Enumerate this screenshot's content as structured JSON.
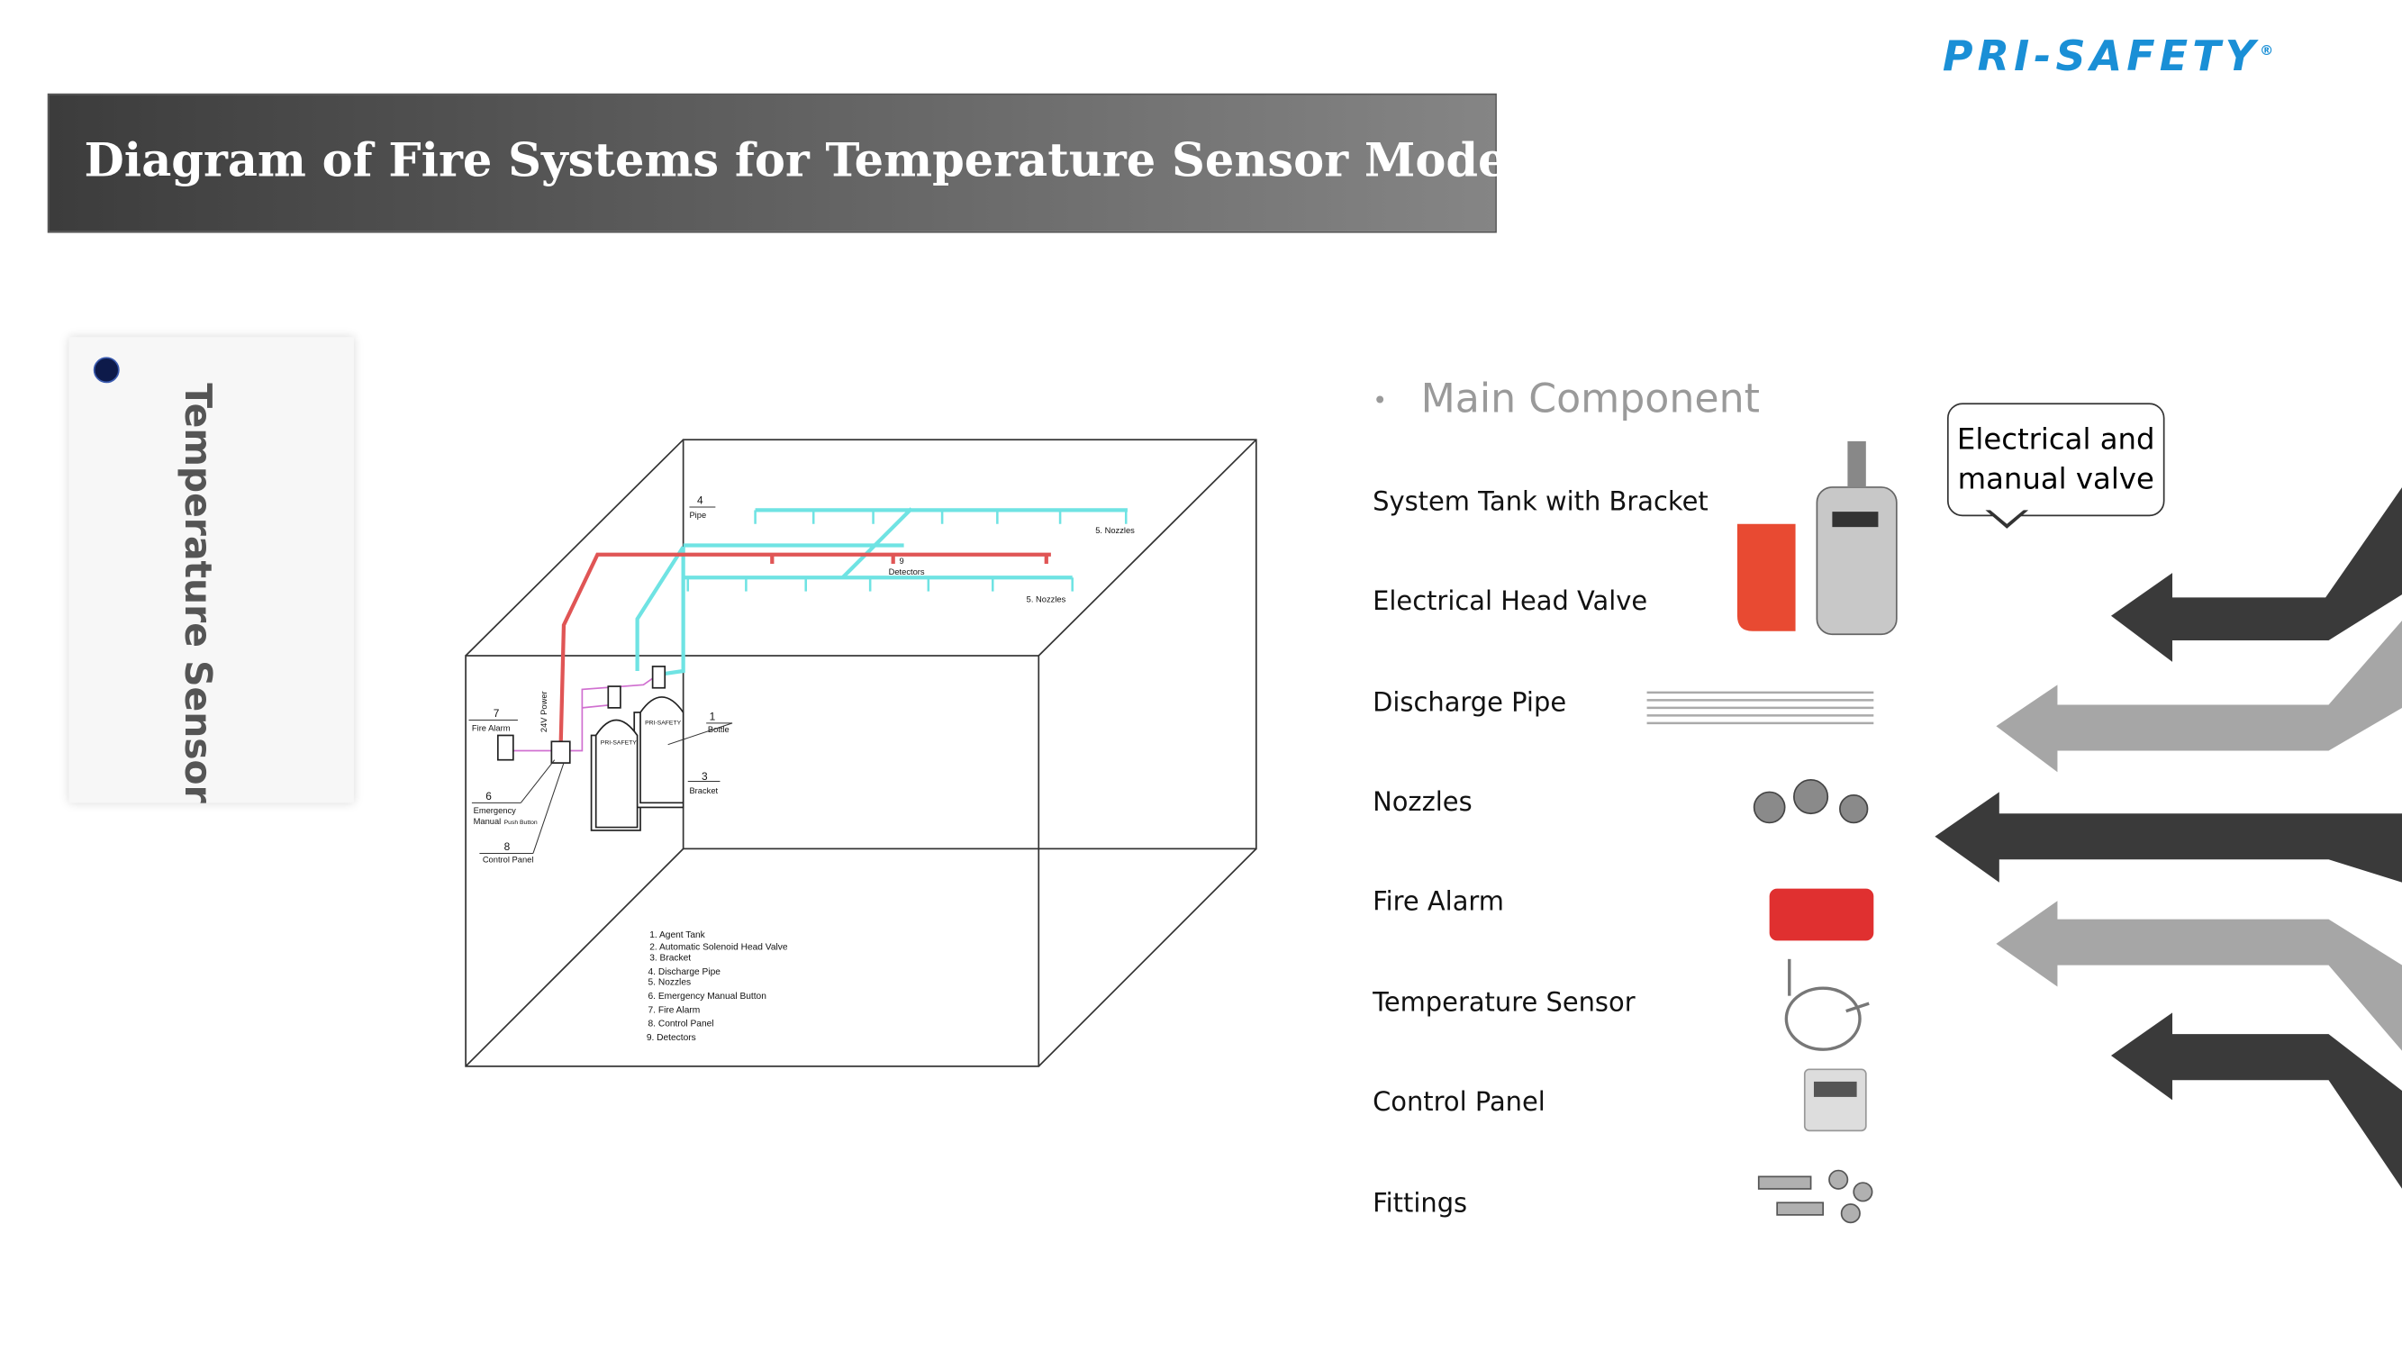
{
  "header": {
    "title": "Diagram of  Fire Systems for Temperature Sensor Model.",
    "logo": "PRI-SAFETY",
    "logo_mark": "®"
  },
  "side_card": {
    "label": "Temperature Sensor"
  },
  "diagram": {
    "labels": {
      "pipe_num": "4",
      "pipe": "Pipe",
      "nozzles_top": "5. Nozzles",
      "nozzles_bottom": "5. Nozzles",
      "detectors_num": "9",
      "detectors": "Detectors",
      "power": "24V Power",
      "alarm_num": "7",
      "alarm": "Fire Alarm",
      "bottle_num": "1",
      "bottle": "Bottle",
      "bracket_num": "3",
      "bracket": "Bracket",
      "emergency_num": "6",
      "emergency_1": "Emergency",
      "emergency_2": "Manual",
      "emergency_3": "Push Button",
      "panel_num": "8",
      "panel": "Control Panel",
      "tank_brand": "PRI-SAFETY"
    },
    "legend": [
      "1. Agent  Tank",
      "2. Automatic Solenoid Head Valve",
      "3. Bracket",
      "4. Discharge Pipe",
      "5. Nozzles",
      "6. Emergency Manual Button",
      "7. Fire Alarm",
      "8. Control Panel",
      "9. Detectors"
    ],
    "colors": {
      "discharge_pipe": "#6fe3e3",
      "electrical": "#e05555",
      "wiring": "#d070d0"
    }
  },
  "components": {
    "heading": "Main Component",
    "items": [
      "System Tank with Bracket",
      "Electrical Head Valve",
      "Discharge Pipe",
      "Nozzles",
      "Fire Alarm",
      "Temperature Sensor",
      "Control Panel",
      "Fittings"
    ]
  },
  "callout": {
    "line1": "Electrical and",
    "line2": "manual valve"
  },
  "colors": {
    "logo": "#1a8fd6",
    "arrow_dark": "#3a3a3a",
    "arrow_light": "#a6a6a6"
  }
}
